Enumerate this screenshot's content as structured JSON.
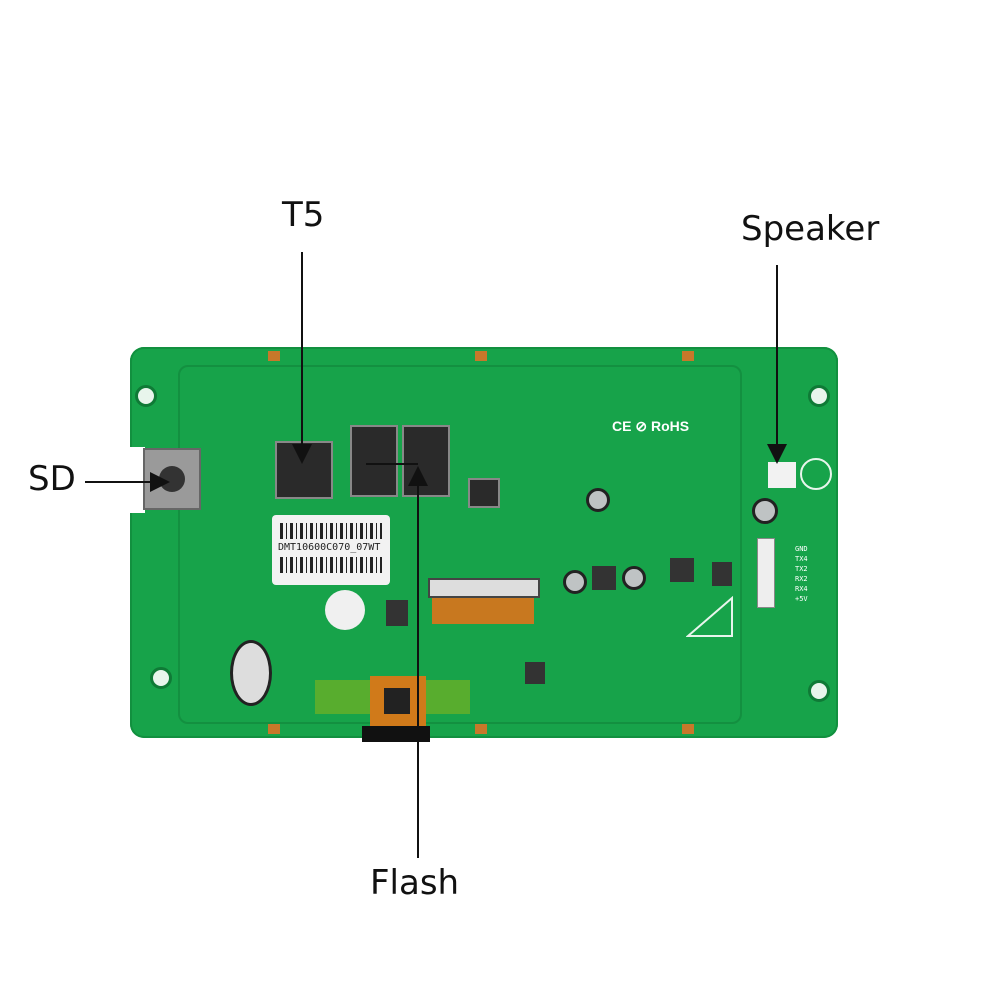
{
  "callouts": {
    "t5": "T5",
    "speaker": "Speaker",
    "sd": "SD",
    "flash": "Flash"
  },
  "board": {
    "model_label": "DMT10600C070_07WT",
    "cert_marks": "CE ⊘ RoHS",
    "pin_labels": [
      "GND",
      "TX4",
      "TX2",
      "RX2",
      "RX4",
      "+5V"
    ],
    "colors": {
      "pcb": "#17a34a",
      "chip": "#2a2a2a",
      "flex": "#c8781f"
    }
  }
}
